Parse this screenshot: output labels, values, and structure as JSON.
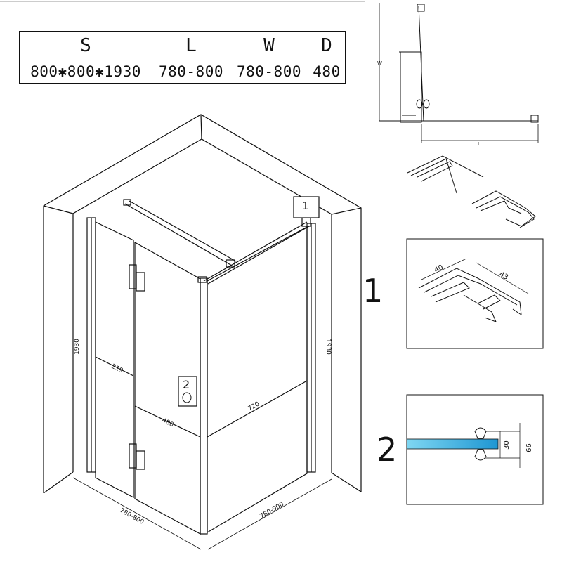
{
  "spec_table": {
    "headers": [
      "S",
      "L",
      "W",
      "D"
    ],
    "values": [
      "800✱800✱1930",
      "780-800",
      "780-800",
      "480"
    ]
  },
  "callouts": {
    "detail_1_number": "1",
    "detail_2_number": "2",
    "marker_1": "1",
    "marker_2": "2"
  },
  "dimensions": {
    "height_left": "1930",
    "height_right": "1930",
    "panel_219": "219",
    "door_480": "480",
    "fixed_720": "720",
    "base_left": "780-800",
    "base_right": "780-900",
    "detail_40": "40",
    "detail_43": "43",
    "detail_30": "30",
    "detail_66": "66",
    "plan_W": "W",
    "plan_L": "L"
  },
  "colors": {
    "line": "#111111",
    "glass_edge_light": "#7fd7f2",
    "glass_edge_dark": "#1e96d2"
  }
}
